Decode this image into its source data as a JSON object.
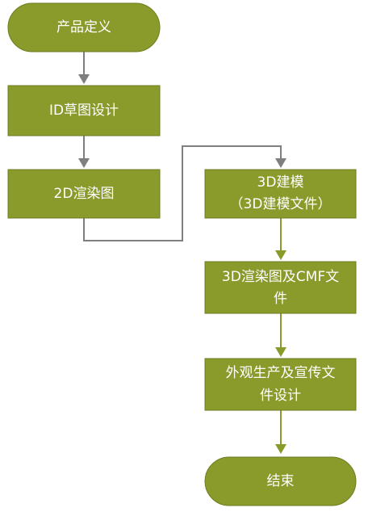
{
  "nodes": {
    "product_definition": "产品定义",
    "id_sketch": "ID草图设计",
    "render_2d": "2D渲染图",
    "model_3d_line1": "3D建模",
    "model_3d_line2": "（3D建模文件）",
    "render_3d_line1": "3D渲染图及CMF文",
    "render_3d_line2": "件",
    "production_line1": "外观生产及宣传文",
    "production_line2": "件设计",
    "end": "结束"
  },
  "colors": {
    "node_fill": "#8a9a2b",
    "node_text": "#ffffff",
    "gray_connector": "#7f7f7f",
    "green_connector": "#8a9a2b"
  }
}
